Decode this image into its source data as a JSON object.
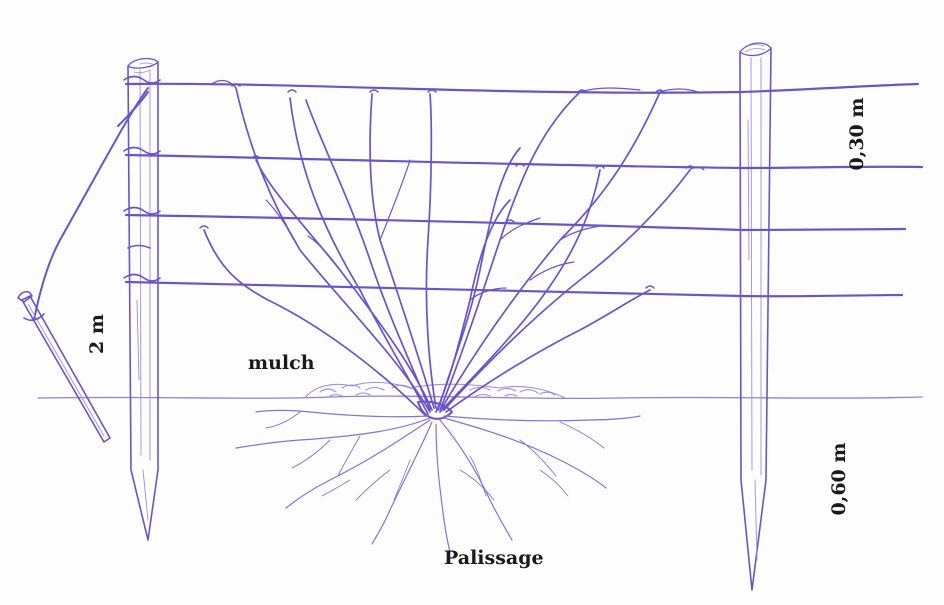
{
  "labels": {
    "mulch": "mulch",
    "palissage": "Palissage",
    "height_total": "2 m",
    "wire_spacing": "0,30 m",
    "post_depth": "0,60 m"
  },
  "colors": {
    "ink": "#6a55c8",
    "ink_light": "#9c8fe0",
    "label": "#1a1a1a",
    "background": "#fdfdfe"
  },
  "elements": {
    "posts": 2,
    "wires": 4,
    "brace": "diagonal brace with stake",
    "plant": "trained plant with branches tied to wires",
    "roots": "root system below ground line",
    "mulch": "mulch mound at base"
  }
}
